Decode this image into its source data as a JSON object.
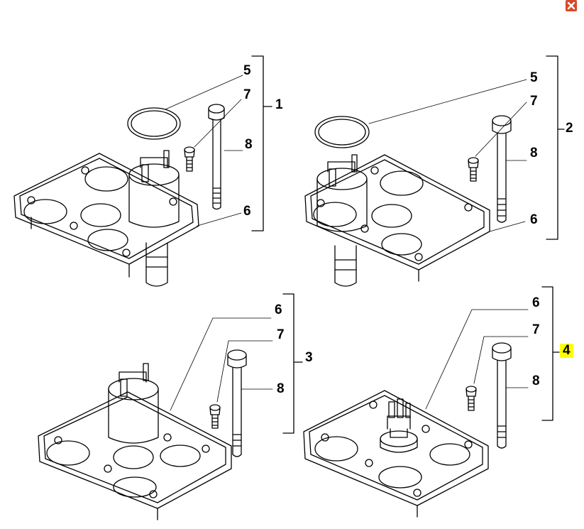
{
  "window": {
    "close_icon": "close-icon",
    "accent": "#d44a2a",
    "highlight": "#ffff00"
  },
  "groups": [
    {
      "id": "1",
      "label": "1",
      "highlighted": false,
      "callouts": {
        "seal": "5",
        "screw": "7",
        "rod": "8",
        "cover": "6"
      }
    },
    {
      "id": "2",
      "label": "2",
      "highlighted": false,
      "callouts": {
        "seal": "5",
        "screw": "7",
        "rod": "8",
        "cover": "6"
      }
    },
    {
      "id": "3",
      "label": "3",
      "highlighted": false,
      "callouts": {
        "cover": "6",
        "screw": "7",
        "rod": "8"
      }
    },
    {
      "id": "4",
      "label": "4",
      "highlighted": true,
      "callouts": {
        "cover": "6",
        "screw": "7",
        "rod": "8"
      }
    }
  ]
}
